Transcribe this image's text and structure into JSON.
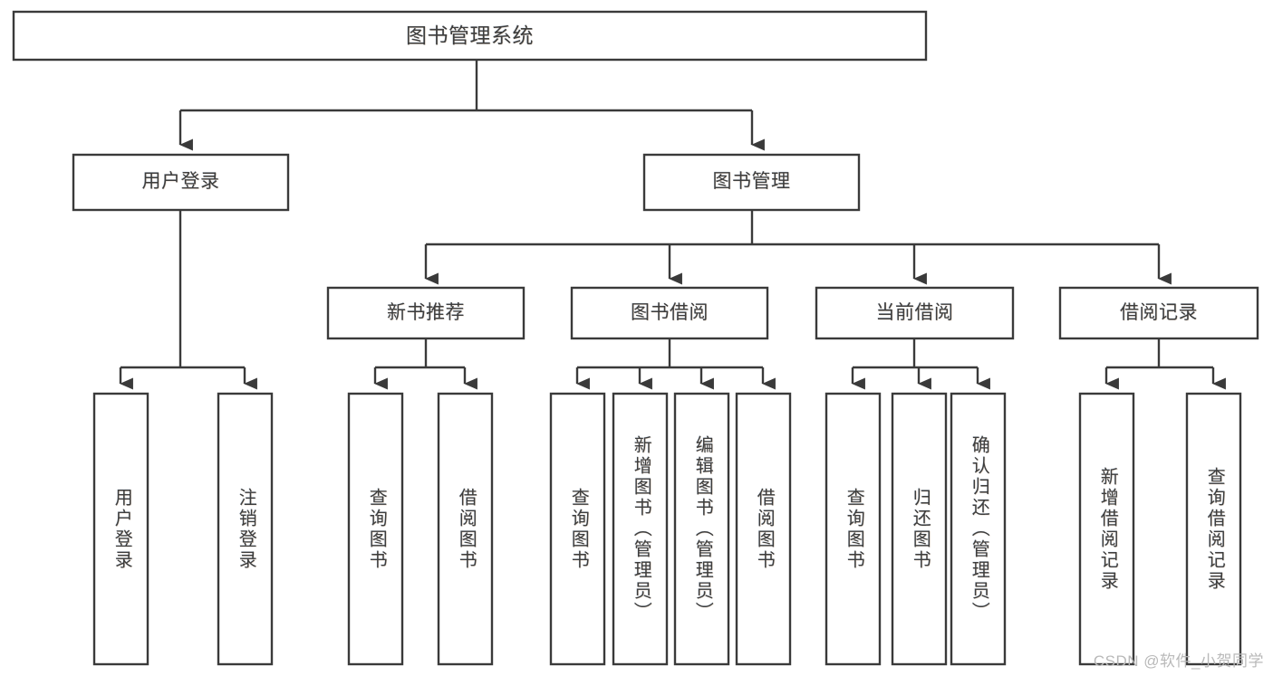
{
  "diagram": {
    "type": "hierarchy-tree",
    "title": "图书管理系统",
    "watermark": "CSDN @软件_小贺同学",
    "colors": {
      "stroke": "#3a3a3a",
      "box_fill": "#ffffff",
      "text": "#3d3d3d",
      "background": "#ffffff",
      "watermark": "#b9b9b9"
    },
    "levels": {
      "root": {
        "label": "图书管理系统"
      },
      "level2": [
        {
          "label": "用户登录"
        },
        {
          "label": "图书管理"
        }
      ],
      "level3": [
        {
          "label": "新书推荐"
        },
        {
          "label": "图书借阅"
        },
        {
          "label": "当前借阅"
        },
        {
          "label": "借阅记录"
        }
      ],
      "level4": [
        {
          "label": "用户登录",
          "parent": "用户登录"
        },
        {
          "label": "注销登录",
          "parent": "用户登录"
        },
        {
          "label": "查询图书",
          "parent": "新书推荐"
        },
        {
          "label": "借阅图书",
          "parent": "新书推荐"
        },
        {
          "label": "查询图书",
          "parent": "图书借阅"
        },
        {
          "label": "新增图书（管理员）",
          "parent": "图书借阅"
        },
        {
          "label": "编辑图书（管理员）",
          "parent": "图书借阅"
        },
        {
          "label": "借阅图书",
          "parent": "图书借阅"
        },
        {
          "label": "查询图书",
          "parent": "当前借阅"
        },
        {
          "label": "归还图书",
          "parent": "当前借阅"
        },
        {
          "label": "确认归还（管理员）",
          "parent": "当前借阅"
        },
        {
          "label": "新增借阅记录",
          "parent": "借阅记录"
        },
        {
          "label": "查询借阅记录",
          "parent": "借阅记录"
        }
      ]
    }
  }
}
